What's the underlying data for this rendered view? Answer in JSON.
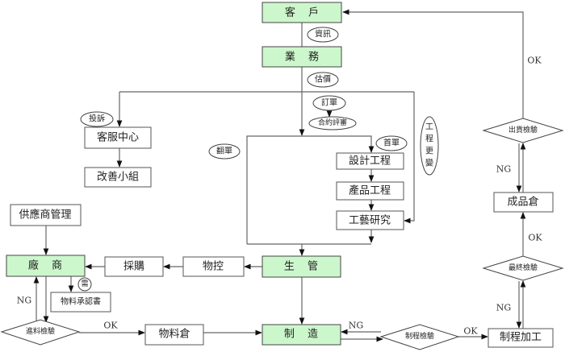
{
  "colors": {
    "highlight_fill": "#ccf7cc",
    "line": "#666666"
  },
  "nodes": {
    "customer": "客 戶",
    "sales": "業 務",
    "cs_center": "客服中心",
    "improve_team": "改善小組",
    "design_eng": "設計工程",
    "product_eng": "產品工程",
    "process_research": "工藝研究",
    "supplier_mgmt": "供應商管理",
    "vendor": "廠 商",
    "purchasing": "採購",
    "material_control": "物控",
    "production_control": "生 管",
    "approval_doc": "物料承認書",
    "material_warehouse": "物料倉",
    "manufacturing": "制 造",
    "processing": "制程加工",
    "finished_warehouse": "成品倉"
  },
  "decisions": {
    "incoming_inspection": "進料檢驗",
    "process_inspection": "制程檢驗",
    "final_inspection": "最終檢驗",
    "shipping_inspection": "出貨檢驗"
  },
  "annotations": {
    "info": "資訊",
    "quote": "估價",
    "order": "訂單",
    "contract_review": "合約評審",
    "first_order": "首單",
    "repeat_order": "翻單",
    "complaint": "投訴",
    "need": "需",
    "eng_change": [
      "工",
      "程",
      "更",
      "變"
    ]
  },
  "edge_labels": {
    "shipping_ok": "OK",
    "shipping_ng": "NG",
    "final_ok": "OK",
    "final_ng": "NG",
    "process_ok": "OK",
    "process_ng": "NG",
    "incoming_ok": "OK",
    "incoming_ng": "NG"
  }
}
